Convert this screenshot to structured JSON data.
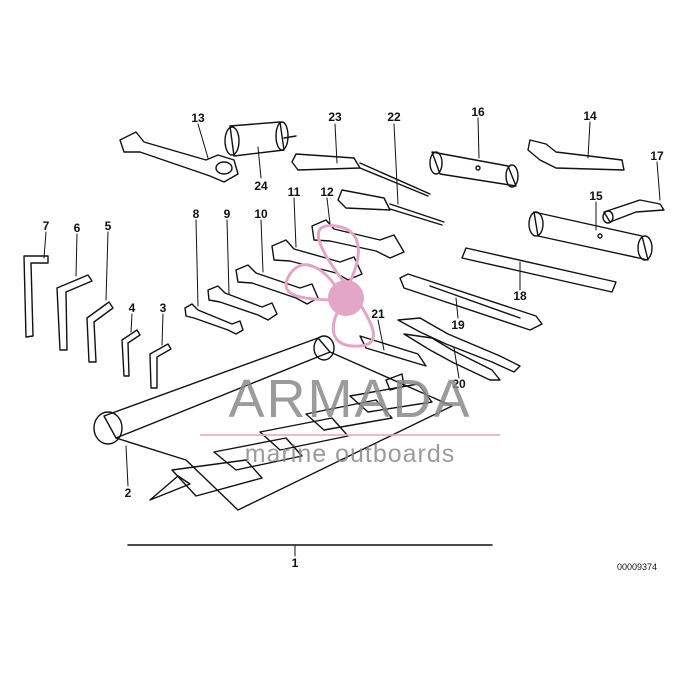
{
  "diagram": {
    "reference_number": "00009374",
    "callouts": [
      {
        "id": "1",
        "label": "1"
      },
      {
        "id": "2",
        "label": "2"
      },
      {
        "id": "3",
        "label": "3"
      },
      {
        "id": "4",
        "label": "4"
      },
      {
        "id": "5",
        "label": "5"
      },
      {
        "id": "6",
        "label": "6"
      },
      {
        "id": "7",
        "label": "7"
      },
      {
        "id": "8",
        "label": "8"
      },
      {
        "id": "9",
        "label": "9"
      },
      {
        "id": "10",
        "label": "10"
      },
      {
        "id": "11",
        "label": "11"
      },
      {
        "id": "12",
        "label": "12"
      },
      {
        "id": "13",
        "label": "13"
      },
      {
        "id": "14",
        "label": "14"
      },
      {
        "id": "15",
        "label": "15"
      },
      {
        "id": "16",
        "label": "16"
      },
      {
        "id": "17",
        "label": "17"
      },
      {
        "id": "18",
        "label": "18"
      },
      {
        "id": "19",
        "label": "19"
      },
      {
        "id": "20",
        "label": "20"
      },
      {
        "id": "21",
        "label": "21"
      },
      {
        "id": "22",
        "label": "22"
      },
      {
        "id": "23",
        "label": "23"
      },
      {
        "id": "24",
        "label": "24"
      }
    ]
  },
  "watermark": {
    "brand": "ARMADA",
    "tagline": "marine outboards",
    "logo_icon": "propeller-logo-icon",
    "color_pink": "#e3a6c6",
    "color_gray": "#8a8a8a"
  }
}
